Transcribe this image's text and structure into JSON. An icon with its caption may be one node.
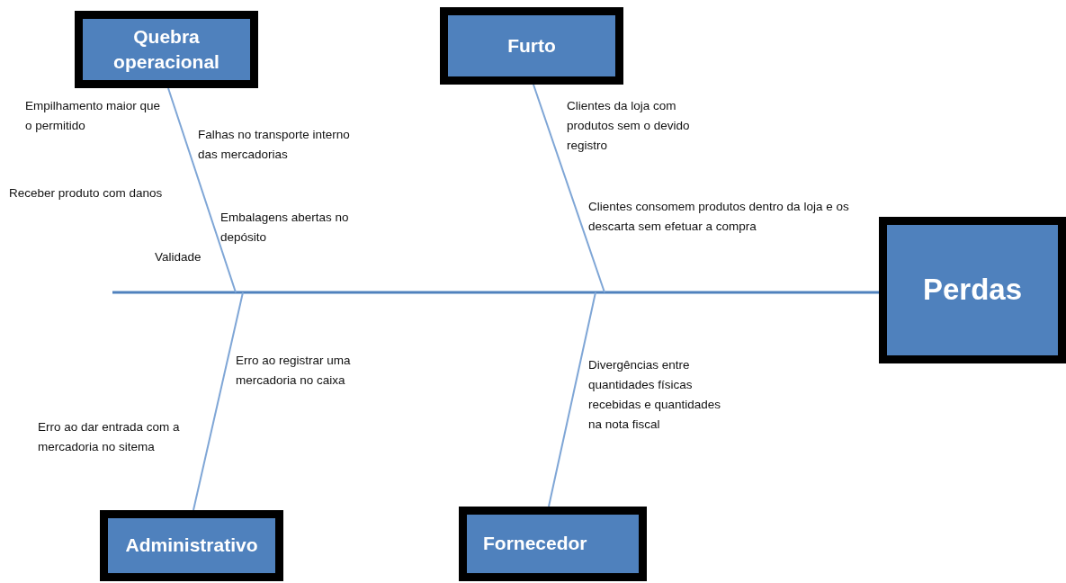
{
  "diagram": {
    "nodes": [
      {
        "text": [
          "Quebra operacional"
        ]
      },
      {
        "text": [
          "Furto"
        ]
      },
      {
        "text": [
          "Perdas"
        ]
      },
      {
        "text": [
          "Administrativo"
        ]
      },
      {
        "text": [
          "Fornecedor"
        ]
      }
    ],
    "edges": [
      {
        "from": null,
        "to": 2,
        "arrow": "none"
      },
      {
        "from": 0,
        "to": null,
        "arrow": "none"
      },
      {
        "from": 1,
        "to": null,
        "arrow": "none"
      },
      {
        "from": 3,
        "to": null,
        "arrow": "none"
      },
      {
        "from": 4,
        "to": null,
        "arrow": "none"
      }
    ],
    "labels": [
      "Empilhamento maior que o permitido",
      "Falhas no transporte interno das mercadorias",
      "Receber produto com danos",
      "Embalagens abertas no depósito",
      "Validade",
      "Clientes da loja com produtos sem o devido registro",
      "Clientes consomem produtos dentro da loja e os descarta sem efetuar a compra",
      "Erro ao registrar uma mercadoria no caixa",
      "Erro ao dar entrada com a mercadoria no sitema",
      "Divergências entre quantidades físicas recebidas e quantidades na nota fiscal"
    ]
  }
}
